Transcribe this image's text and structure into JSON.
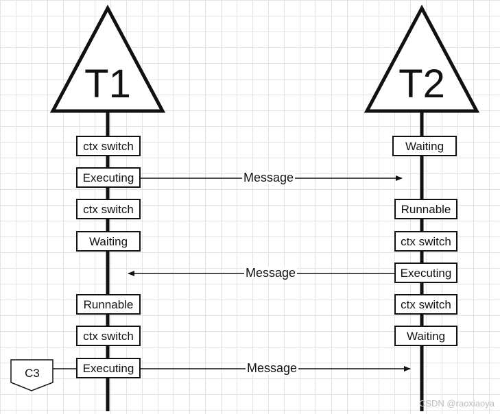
{
  "threads": [
    {
      "name": "T1",
      "states": [
        "ctx switch",
        "Executing",
        "ctx switch",
        "Waiting",
        "",
        "Runnable",
        "ctx switch",
        "Executing"
      ]
    },
    {
      "name": "T2",
      "states": [
        "Waiting",
        "",
        "Runnable",
        "ctx switch",
        "Executing",
        "ctx switch",
        "Waiting"
      ]
    }
  ],
  "messages": [
    {
      "label": "Message",
      "from": "T1",
      "to": "T2"
    },
    {
      "label": "Message",
      "from": "T2",
      "to": "T1"
    },
    {
      "label": "Message",
      "from": "T1",
      "to": "T2"
    }
  ],
  "tag": {
    "label": "C3"
  },
  "watermark": "CSDN @raoxiaoya"
}
